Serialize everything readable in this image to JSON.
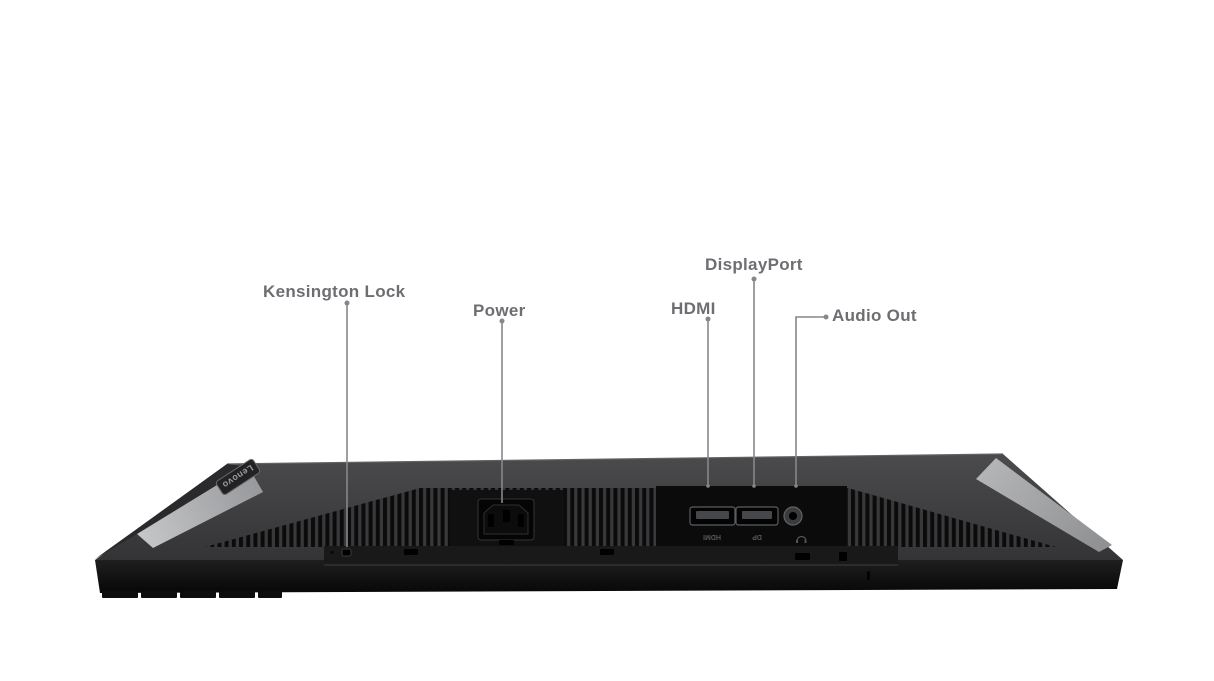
{
  "page": {
    "background": "#ffffff",
    "description": "Monitor bottom view port diagram"
  },
  "device": {
    "badge_text": "Lenovo"
  },
  "callouts": {
    "kensington": {
      "text": "Kensington Lock"
    },
    "power": {
      "text": "Power"
    },
    "hdmi": {
      "text": "HDMI"
    },
    "displayport": {
      "text": "DisplayPort"
    },
    "audio": {
      "text": "Audio Out"
    }
  },
  "port_engravings": {
    "hdmi": "HDMI",
    "displayport": "DP",
    "audio_icon": "headphones-icon"
  },
  "colors": {
    "label_text": "#6d6e71",
    "leader_line": "#85878a",
    "body_gray": "#3d3d3f",
    "body_black": "#0d0d0e",
    "highlight_gray": "#bcbdbf"
  }
}
